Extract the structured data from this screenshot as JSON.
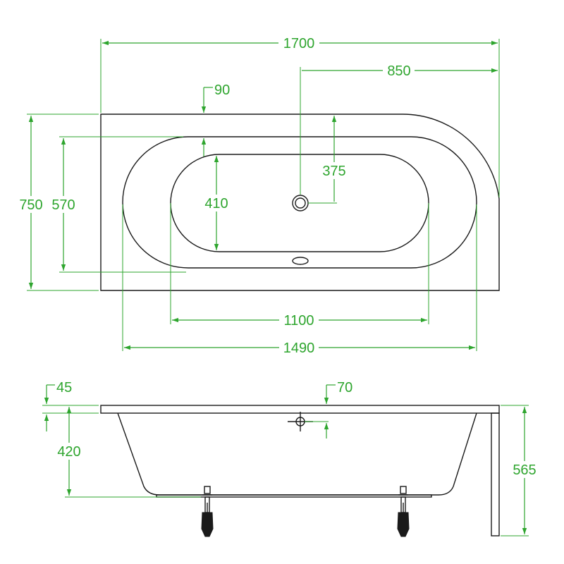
{
  "colors": {
    "dimension": "#2ea52e",
    "outline": "#1a1a1a",
    "background": "#ffffff"
  },
  "top_view": {
    "overall_length": "1700",
    "drain_offset": "850",
    "rim_width_label": "90",
    "overall_width": "750",
    "outer_basin_width": "570",
    "inner_basin_width": "410",
    "drain_offset_vertical": "375",
    "inner_basin_length": "1100",
    "outer_basin_length": "1490"
  },
  "side_view": {
    "rim_thickness": "45",
    "overflow_offset": "70",
    "basin_depth": "420",
    "total_height": "565"
  }
}
